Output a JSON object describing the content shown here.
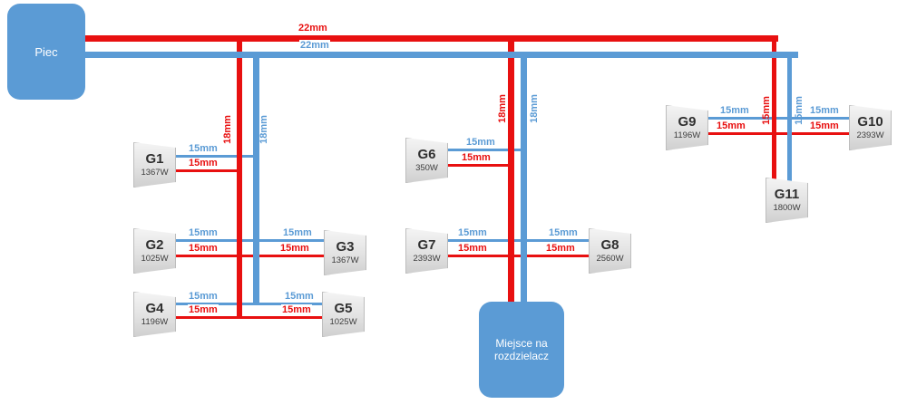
{
  "source": {
    "label": "Piec"
  },
  "manifold": {
    "label": "Miejsce na rozdzielacz"
  },
  "pipe_sizes": {
    "main": "22mm",
    "riser": "18mm",
    "branch": "15mm"
  },
  "colors": {
    "supply_red": "#e81010",
    "return_blue": "#5b9bd5"
  },
  "radiators": [
    {
      "id": "G1",
      "power": "1367W"
    },
    {
      "id": "G2",
      "power": "1025W"
    },
    {
      "id": "G3",
      "power": "1367W"
    },
    {
      "id": "G4",
      "power": "1196W"
    },
    {
      "id": "G5",
      "power": "1025W"
    },
    {
      "id": "G6",
      "power": "350W"
    },
    {
      "id": "G7",
      "power": "2393W"
    },
    {
      "id": "G8",
      "power": "2560W"
    },
    {
      "id": "G9",
      "power": "1196W"
    },
    {
      "id": "G10",
      "power": "2393W"
    },
    {
      "id": "G11",
      "power": "1800W"
    }
  ]
}
